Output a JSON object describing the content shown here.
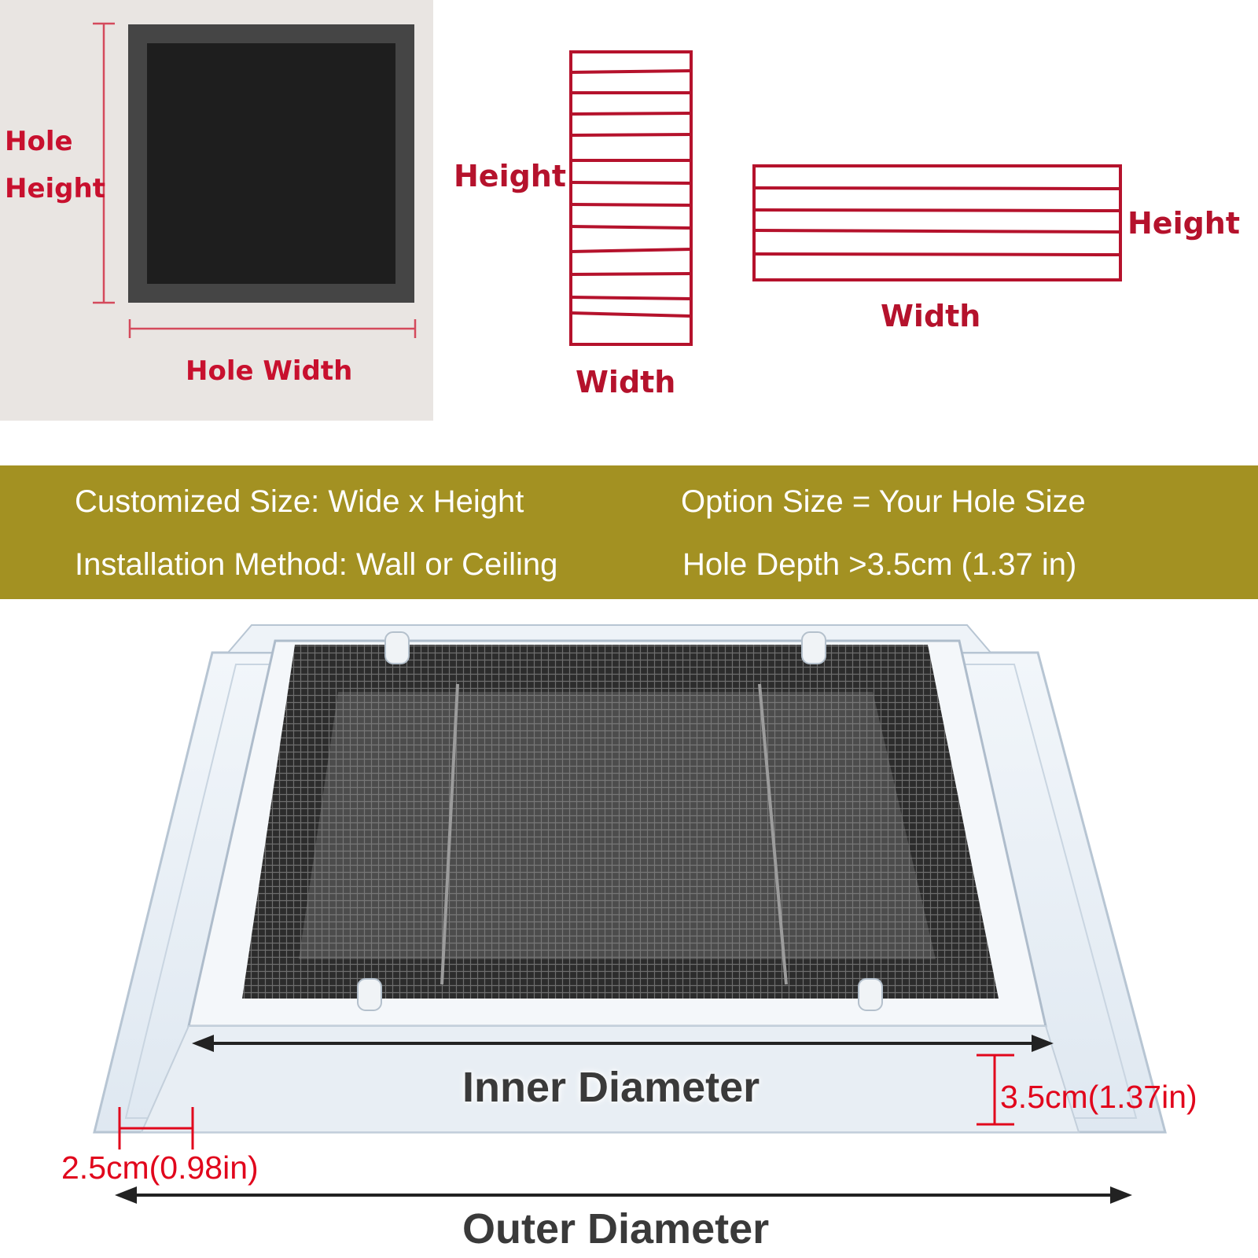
{
  "hole_panel": {
    "height_label_line1": "Hole",
    "height_label_line2": "Height",
    "width_label": "Hole Width"
  },
  "vertical_grille": {
    "height_label": "Height",
    "width_label": "Width"
  },
  "horizontal_grille": {
    "height_label": "Height",
    "width_label": "Width"
  },
  "banner": {
    "line1_left": "Customized Size: Wide x Height",
    "line1_right": "Option Size = Your Hole Size",
    "line2_left": "Installation Method: Wall or Ceiling",
    "line2_right": "Hole Depth >3.5cm (1.37 in)"
  },
  "vent_photo": {
    "inner_label": "Inner Diameter",
    "outer_label": "Outer Diameter",
    "depth_dim": "3.5cm(1.37in)",
    "frame_dim": "2.5cm(0.98in)"
  },
  "colors": {
    "label_red": "#c8102e",
    "banner_olive": "#a39122",
    "dimension_red": "#e1061c",
    "hole_dark": "#1e1e1e"
  }
}
